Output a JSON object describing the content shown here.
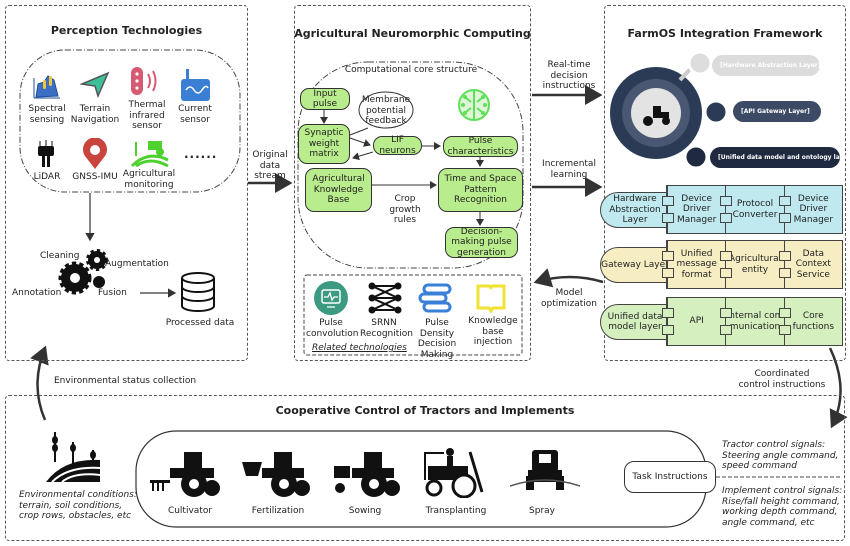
{
  "perception": {
    "title": "Perception Technologies",
    "sensors": [
      "Spectral sensing",
      "Terrain Navigation",
      "Thermal infrared sensor",
      "Current sensor",
      "LiDAR",
      "GNSS-IMU",
      "Agricultural monitoring"
    ],
    "more": "······",
    "processing": {
      "cleaning": "Cleaning",
      "augmentation": "Augmentation",
      "annotation": "Annotation",
      "fusion": "Fusion"
    },
    "output": "Processed data"
  },
  "neuromorphic": {
    "title": "Agricultural Neuromorphic Computing",
    "core_title": "Computational core structure",
    "nodes": {
      "input_pulse": "Input pulse",
      "synaptic": "Synaptic weight matrix",
      "membrane": "Membrane potential feedback",
      "lif": "LIF neurons",
      "pulse_char": "Pulse characteristics",
      "knowledge": "Agricultural Knowledge Base",
      "crop_rules": "Crop growth rules",
      "pattern": "Time and Space Pattern Recognition",
      "decision": "Decision-making pulse generation"
    },
    "related": {
      "label": "Related technologies",
      "items": [
        "Pulse convolution",
        "SRNN Recognition",
        "Pulse Density Decision Making",
        "Knowledge base injection"
      ]
    }
  },
  "farmos": {
    "title": "FarmOS Integration Framework",
    "layers": [
      "[Hardware Abstraction Layer]",
      "[API Gateway Layer]",
      "[Unified data model and ontology layer]"
    ],
    "rows": [
      {
        "name": "Hardware Abstraction Layer",
        "cells": [
          "Device Driver Manager",
          "Protocol Converter",
          "Device Driver Manager"
        ],
        "color": "#bfe9ee"
      },
      {
        "name": "Gateway Layer",
        "cells": [
          "Unified message format",
          "Agricultural entity",
          "Data Context Service"
        ],
        "color": "#f6edc2"
      },
      {
        "name": "Unified data model layer",
        "cells": [
          "API",
          "Internal communication",
          "Core functions"
        ],
        "color": "#d6efbf"
      }
    ]
  },
  "flows": {
    "original_data": "Original data stream",
    "realtime": "Real-time decision instructions",
    "incremental": "Incremental learning",
    "model_opt": "Model optimization",
    "env_collection": "Environmental status collection",
    "coordinated": "Coordinated control instructions"
  },
  "cooperative": {
    "title": "Cooperative Control of Tractors and Implements",
    "env_conditions": "Environmental conditions: terrain, soil conditions, crop rows, obstacles, etc",
    "implements": [
      "Cultivator",
      "Fertilization",
      "Sowing",
      "Transplanting",
      "Spray"
    ],
    "task": "Task Instructions",
    "tractor_signals": "Tractor control signals: Steering angle command, speed command",
    "implement_signals": "Implement control signals: Rise/fall height command, working depth command, angle command, etc"
  },
  "colors": {
    "node_green": "#b8ec8c",
    "farmos_navy": "#2b3a55",
    "cyan": "#bfe9ee",
    "yellow": "#f6edc2",
    "green": "#d6efbf"
  }
}
